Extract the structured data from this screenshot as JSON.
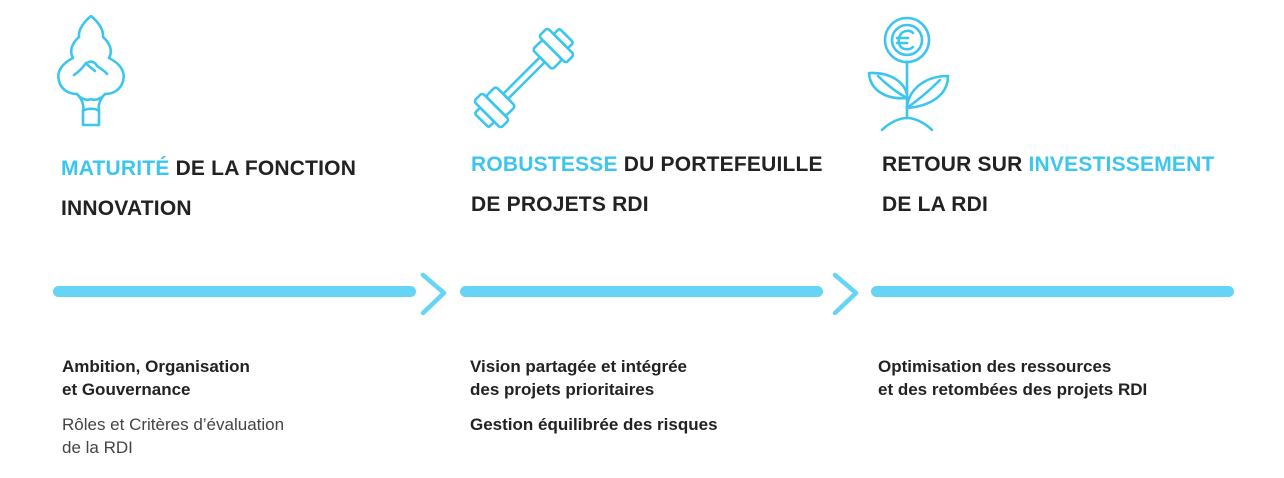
{
  "accent_color": "#3cc6ef",
  "line_color": "#66d4f5",
  "columns": [
    {
      "icon": "tree-icon",
      "title_line1_highlight": "MATURITÉ",
      "title_line1_rest": " DE  LA FONCTION",
      "title_line2": "INNOVATION",
      "desc_bold_1": "Ambition, Organisation",
      "desc_bold_2": "et  Gouvernance",
      "desc_normal_1": "Rôles et Critères d’évaluation",
      "desc_normal_2": "de la RDI"
    },
    {
      "icon": "dumbbell-icon",
      "title_line1_highlight": "ROBUSTESSE",
      "title_line1_rest": " DU PORTEFEUILLE",
      "title_line2": "DE PROJETS RDI",
      "desc_bold_1": "Vision partagée et intégrée",
      "desc_bold_2": "des projets prioritaires",
      "desc_bold_3": "Gestion équilibrée des risques"
    },
    {
      "icon": "euro-plant-icon",
      "title_line1_prefix": "RETOUR SUR ",
      "title_line1_highlight": "INVESTISSEMENT",
      "title_line2": "DE LA RDI",
      "desc_bold_1": "Optimisation des  ressources",
      "desc_bold_2": "et des retombées des projets RDI"
    }
  ]
}
